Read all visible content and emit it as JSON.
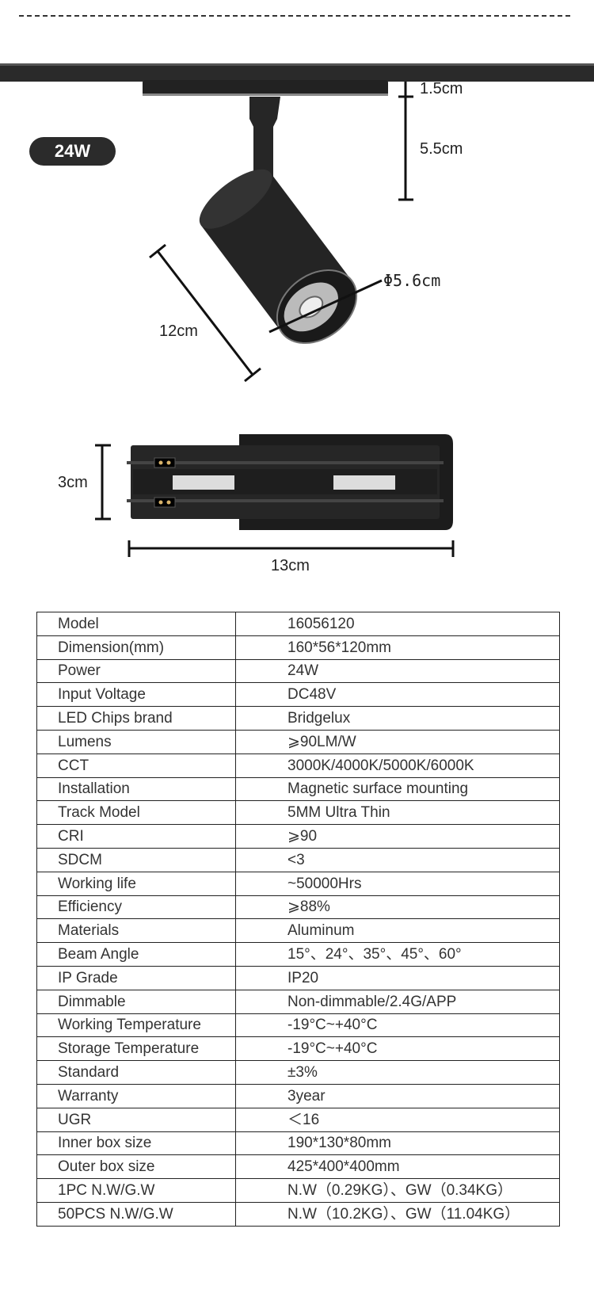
{
  "badge": {
    "power": "24W"
  },
  "dimensions": {
    "adapter_height": "1.5cm",
    "stem_height": "5.5cm",
    "length": "12cm",
    "diameter": "Φ5.6cm",
    "side_height": "3cm",
    "side_length": "13cm"
  },
  "colors": {
    "product": "#1c1c1c",
    "badge": "#2b2b2b"
  },
  "specs": [
    {
      "label": "Model",
      "value": "16056120"
    },
    {
      "label": "Dimension(mm)",
      "value": "160*56*120mm"
    },
    {
      "label": "Power",
      "value": "24W"
    },
    {
      "label": "Input Voltage",
      "value": "DC48V"
    },
    {
      "label": "LED Chips brand",
      "value": "Bridgelux"
    },
    {
      "label": "Lumens",
      "value": "⩾90LM/W"
    },
    {
      "label": "CCT",
      "value": "3000K/4000K/5000K/6000K"
    },
    {
      "label": "Installation",
      "value": "Magnetic surface mounting"
    },
    {
      "label": "Track Model",
      "value": "5MM Ultra Thin"
    },
    {
      "label": "CRI",
      "value": "⩾90"
    },
    {
      "label": "SDCM",
      "value": "<3"
    },
    {
      "label": "Working life",
      "value": "~50000Hrs"
    },
    {
      "label": "Efficiency",
      "value": "⩾88%"
    },
    {
      "label": "Materials",
      "value": "Aluminum"
    },
    {
      "label": "Beam Angle",
      "value": "15°、24°、35°、45°、60°"
    },
    {
      "label": "IP Grade",
      "value": "IP20"
    },
    {
      "label": "Dimmable",
      "value": "Non-dimmable/2.4G/APP"
    },
    {
      "label": "Working Temperature",
      "value": "-19°C~+40°C"
    },
    {
      "label": "Storage Temperature",
      "value": "-19°C~+40°C"
    },
    {
      "label": "Standard",
      "value": "±3%"
    },
    {
      "label": "Warranty",
      "value": "3year"
    },
    {
      "label": "UGR",
      "value": "＜16"
    },
    {
      "label": "Inner box size",
      "value": "190*130*80mm"
    },
    {
      "label": "Outer box size",
      "value": "425*400*400mm"
    },
    {
      "label": "1PC N.W/G.W",
      "value": "N.W（0.29KG）、GW（0.34KG）"
    },
    {
      "label": "50PCS N.W/G.W",
      "value": "N.W（10.2KG）、GW（11.04KG）"
    }
  ]
}
